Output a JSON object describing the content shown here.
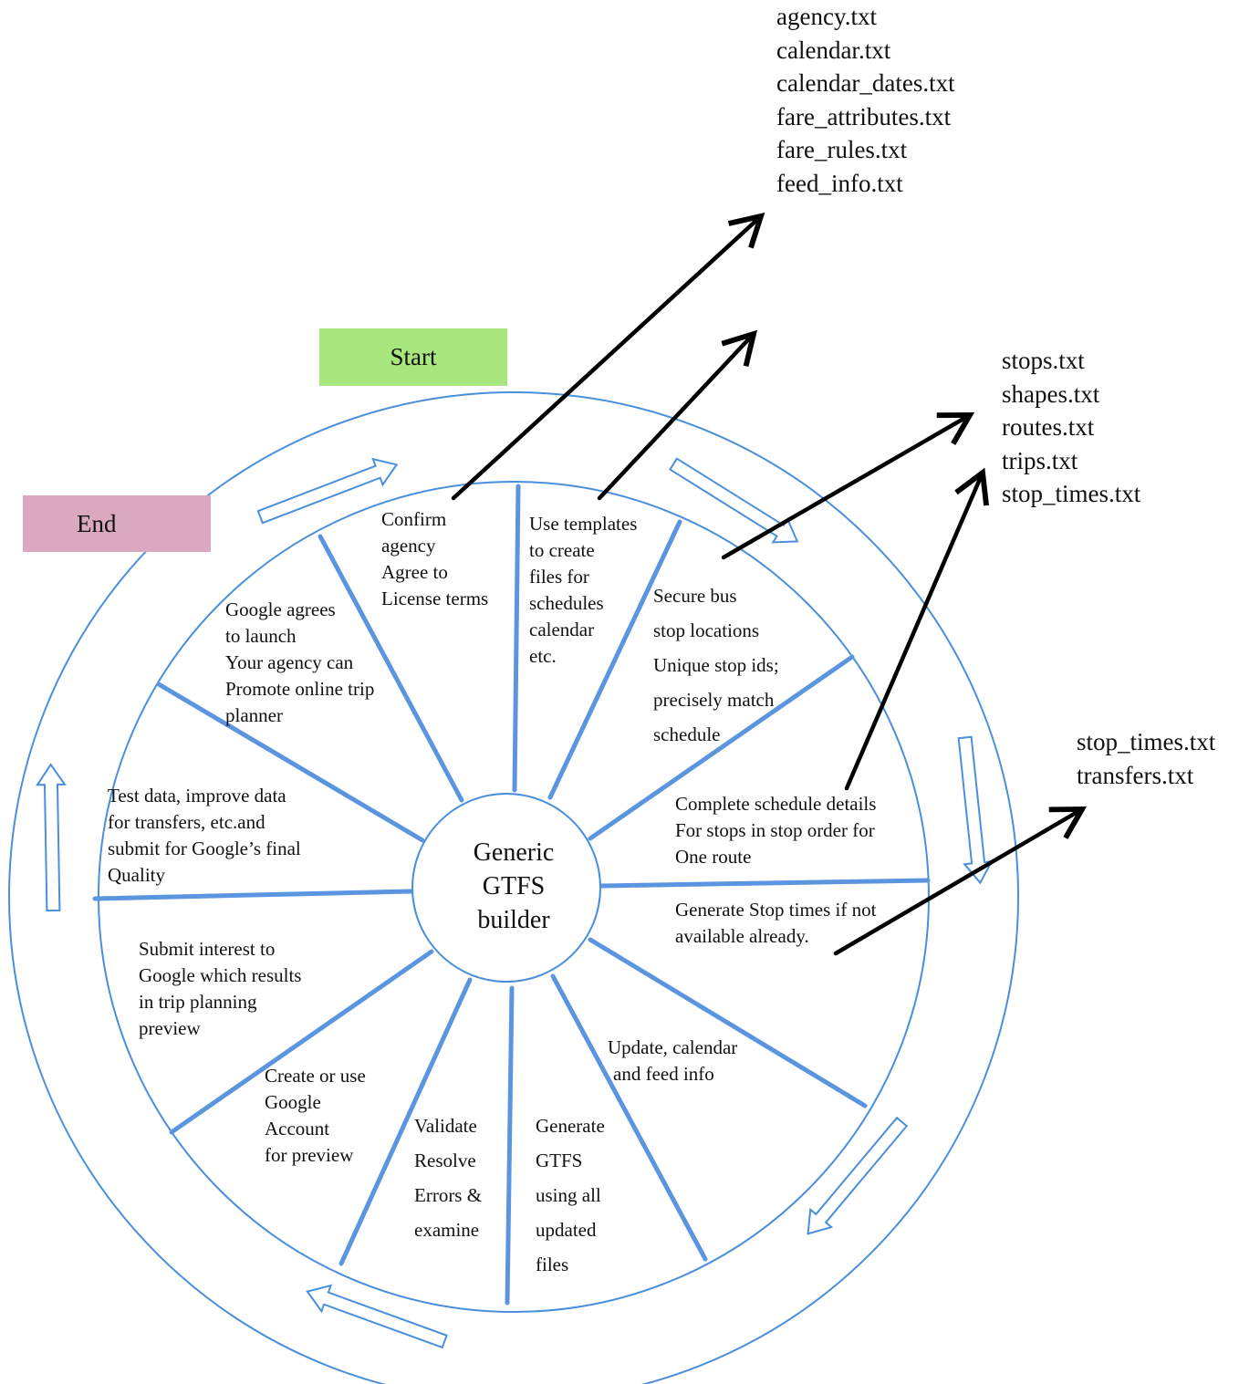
{
  "start_label": "Start",
  "end_label": "End",
  "center": {
    "lines": [
      "Generic",
      "GTFS",
      "builder"
    ]
  },
  "colors": {
    "start_box": "#a8e67e",
    "end_box": "#dba9bf",
    "wheel_line": "#4a8fdc",
    "spoke": "#5b95e0",
    "arrow": "#000000"
  },
  "steps": [
    {
      "lines": [
        "Confirm",
        "agency",
        "Agree to",
        "License terms"
      ]
    },
    {
      "lines": [
        "Use templates",
        "to create",
        "files for",
        "schedules",
        "calendar",
        "etc."
      ]
    },
    {
      "lines": [
        "Secure bus",
        "stop locations",
        "Unique stop ids;",
        "precisely match",
        "schedule"
      ]
    },
    {
      "lines": [
        "Complete schedule details",
        "For stops in stop order for",
        "One route"
      ]
    },
    {
      "lines": [
        "Generate Stop times if not",
        "available already."
      ]
    },
    {
      "lines": [
        "Update, calendar",
        "and feed info"
      ]
    },
    {
      "lines": [
        "Generate",
        "GTFS",
        "using all",
        "updated",
        "files"
      ]
    },
    {
      "lines": [
        "Validate",
        "Resolve",
        "Errors &",
        "examine"
      ]
    },
    {
      "lines": [
        "Create or use",
        "Google",
        "Account",
        "for preview"
      ]
    },
    {
      "lines": [
        "Submit interest to",
        "Google which results",
        "in trip planning",
        "preview"
      ]
    },
    {
      "lines": [
        "Test data, improve data",
        "for transfers, etc.and",
        "submit for Google’s final",
        "Quality"
      ]
    },
    {
      "lines": [
        "Google agrees",
        "to launch",
        "Your agency can",
        "Promote online trip",
        "planner"
      ]
    }
  ],
  "file_groups": [
    {
      "lines": [
        "agency.txt",
        "calendar.txt",
        "calendar_dates.txt",
        "fare_attributes.txt",
        "fare_rules.txt",
        "feed_info.txt"
      ]
    },
    {
      "lines": [
        "stops.txt",
        "shapes.txt",
        "routes.txt",
        "trips.txt",
        "stop_times.txt"
      ]
    },
    {
      "lines": [
        "stop_times.txt",
        "transfers.txt"
      ]
    }
  ]
}
